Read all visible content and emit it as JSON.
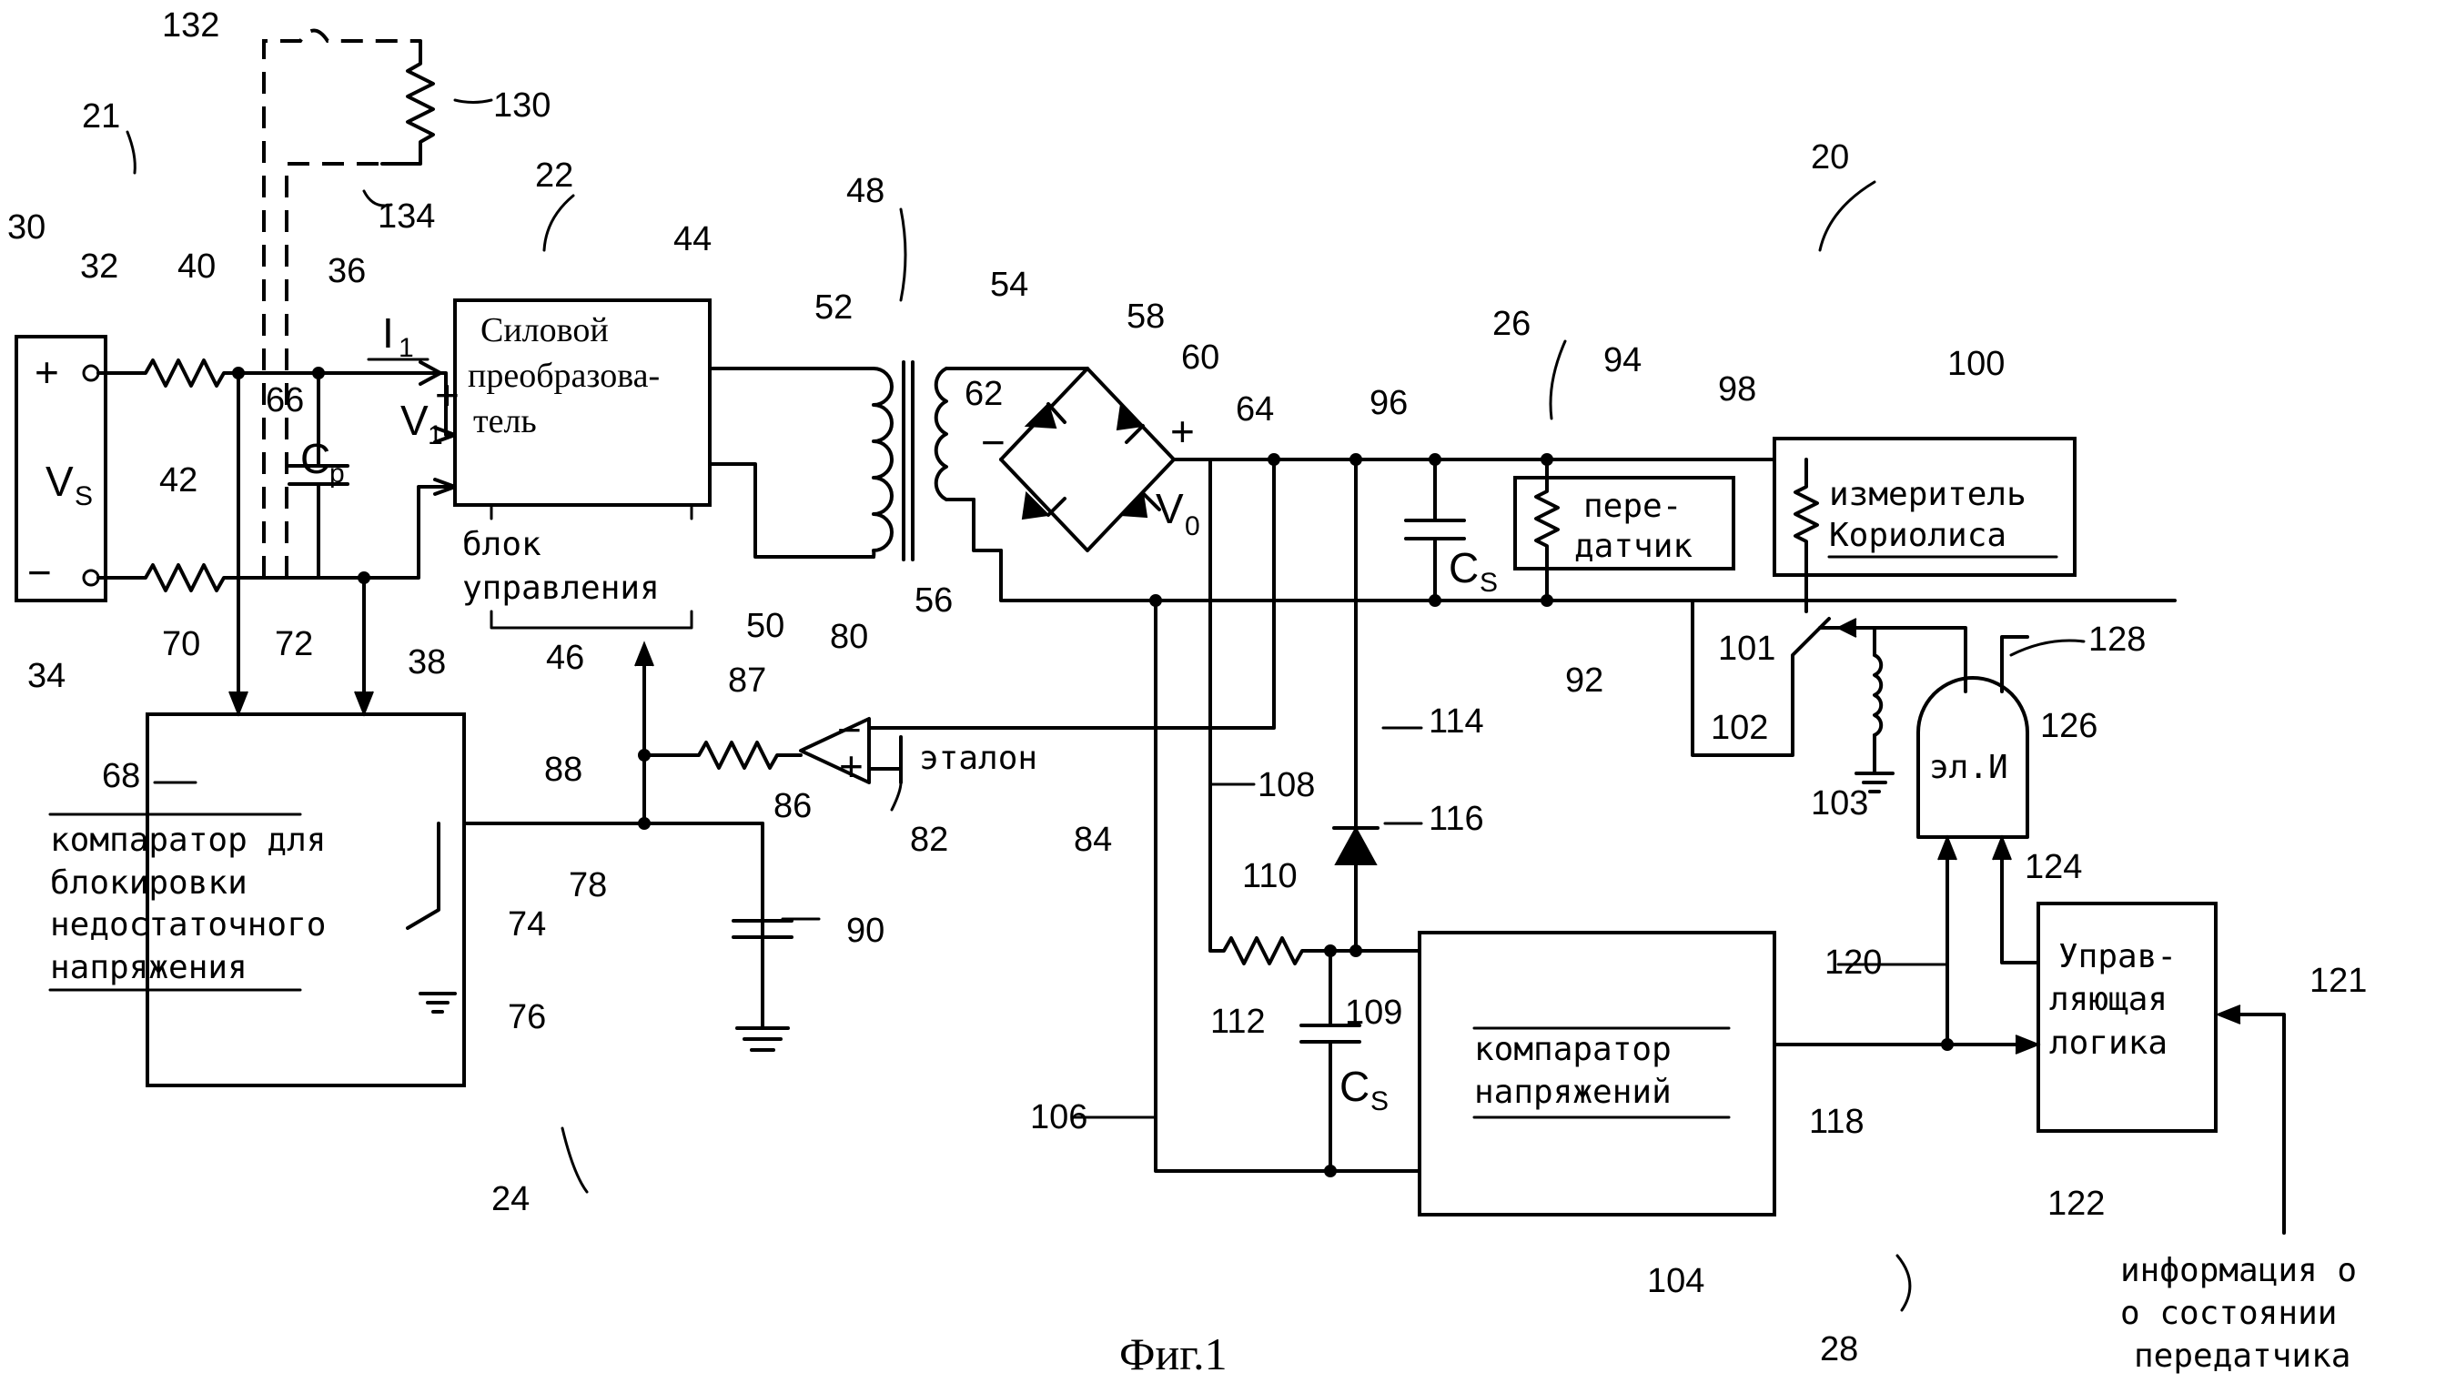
{
  "figure": {
    "caption": "Фиг.1"
  },
  "blocks": {
    "power_converter": [
      "Силовой",
      "преобразова-",
      "тель"
    ],
    "control_unit": [
      "блок",
      "управления"
    ],
    "undervoltage_comparator": [
      "компаратор для",
      "блокировки",
      "недостаточного",
      "напряжения"
    ],
    "transmitter": [
      "пере-",
      "датчик"
    ],
    "coriolis_meter": [
      "измеритель",
      "Кориолиса"
    ],
    "and_gate": "эл.И",
    "control_logic": [
      "Управ-",
      "ляющая",
      "логика"
    ],
    "voltage_comparator": [
      "компаратор",
      "напряжений"
    ],
    "reference": "эталон",
    "transmitter_info": [
      "информация о",
      "о состоянии",
      "передатчика"
    ]
  },
  "symbols": {
    "source": "V",
    "source_sub": "S",
    "current": "I",
    "current_sub": "1",
    "input_voltage": "V",
    "input_voltage_sub": "1",
    "output_voltage": "V",
    "output_voltage_sub": "0",
    "cap_p": "C",
    "cap_p_sub": "p",
    "cap_s": "C",
    "cap_s_sub": "S",
    "plus": "+",
    "minus": "−"
  },
  "ref_numbers": {
    "n20": "20",
    "n21": "21",
    "n22": "22",
    "n24": "24",
    "n26": "26",
    "n28": "28",
    "n30": "30",
    "n32": "32",
    "n34": "34",
    "n36": "36",
    "n38": "38",
    "n40": "40",
    "n42": "42",
    "n44": "44",
    "n46": "46",
    "n48": "48",
    "n50": "50",
    "n52": "52",
    "n54": "54",
    "n56": "56",
    "n58": "58",
    "n60": "60",
    "n62": "62",
    "n64": "64",
    "n66": "66",
    "n68": "68",
    "n70": "70",
    "n72": "72",
    "n74": "74",
    "n76": "76",
    "n78": "78",
    "n80": "80",
    "n82": "82",
    "n84": "84",
    "n86": "86",
    "n87": "87",
    "n88": "88",
    "n90": "90",
    "n92": "92",
    "n94": "94",
    "n96": "96",
    "n98": "98",
    "n100": "100",
    "n101": "101",
    "n102": "102",
    "n103": "103",
    "n104": "104",
    "n106": "106",
    "n108": "108",
    "n109": "109",
    "n110": "110",
    "n112": "112",
    "n114": "114",
    "n116": "116",
    "n118": "118",
    "n120": "120",
    "n121": "121",
    "n122": "122",
    "n124": "124",
    "n126": "126",
    "n128": "128",
    "n130": "130",
    "n132": "132",
    "n134": "134"
  }
}
